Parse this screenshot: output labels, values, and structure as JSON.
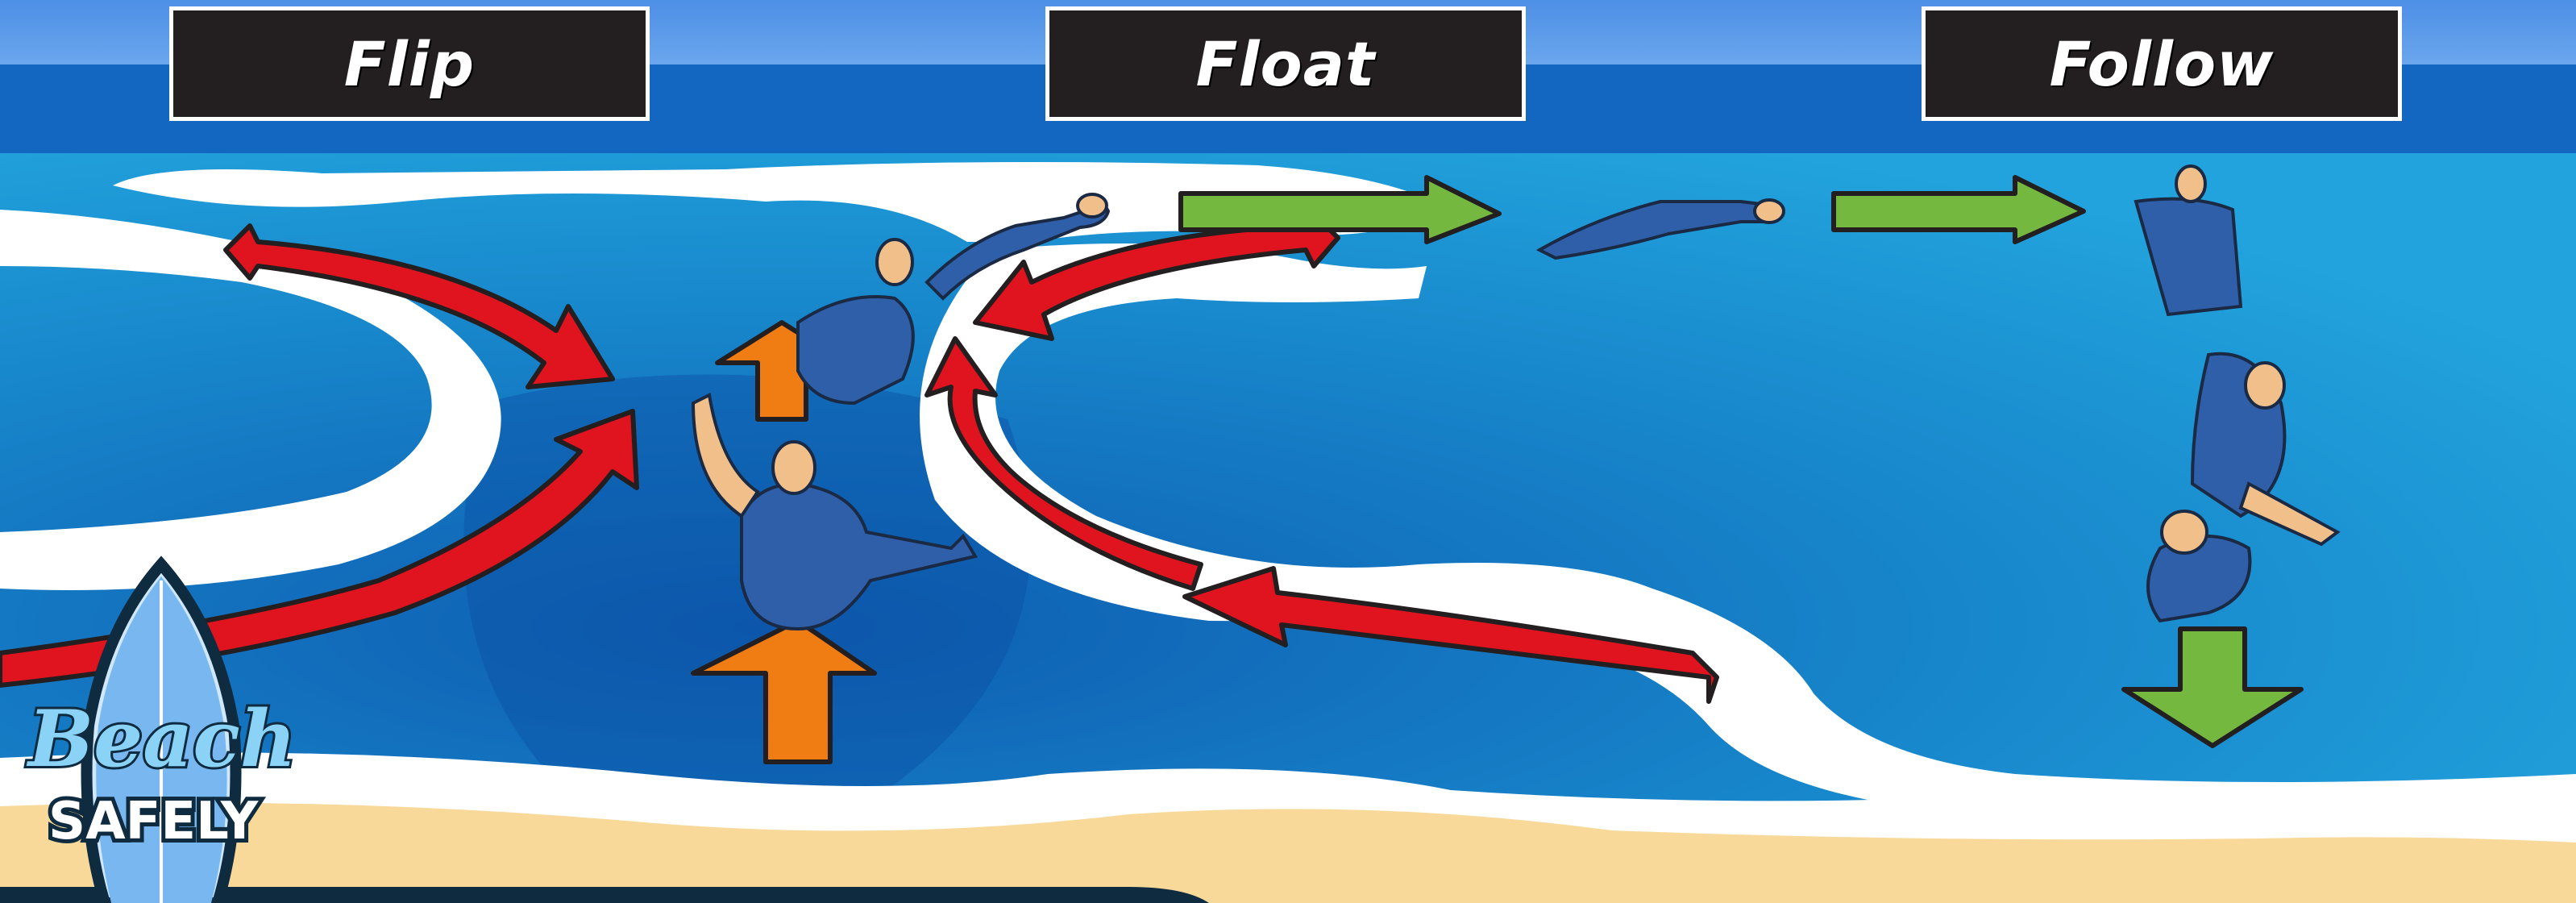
{
  "steps": [
    {
      "title": "Flip"
    },
    {
      "title": "Float"
    },
    {
      "title": "Follow"
    }
  ],
  "logo": {
    "line1": "Beach",
    "line2": "SAFELY"
  },
  "colors": {
    "sky": "#5a9be8",
    "ocean_deep": "#0f66b7",
    "ocean": "#1b95d4",
    "foam": "#ffffff",
    "sand": "#f8d99a",
    "rip_arrow": "#e0141e",
    "swim_arrow": "#f07d14",
    "follow_arrow": "#74b83f",
    "label_bg": "#231f20",
    "swimmer_suit": "#2f5fa8",
    "swimmer_skin": "#f1c08a"
  },
  "icons": [
    "red-current-arrow-icon",
    "orange-up-arrow-icon",
    "green-right-arrow-icon",
    "green-down-arrow-icon",
    "surfboard-icon"
  ]
}
